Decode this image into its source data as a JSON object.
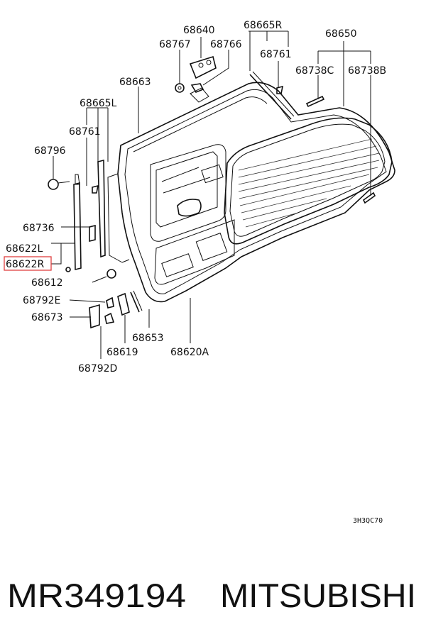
{
  "diagram": {
    "labels": {
      "p68640": "68640",
      "p68665R": "68665R",
      "p68650": "68650",
      "p68767": "68767",
      "p68766": "68766",
      "p68761_top": "68761",
      "p68738C": "68738C",
      "p68738B": "68738B",
      "p68663": "68663",
      "p68665L": "68665L",
      "p68761_left": "68761",
      "p68796": "68796",
      "p68736": "68736",
      "p68622L": "68622L",
      "p68622R": "68622R",
      "p68612": "68612",
      "p68792E": "68792E",
      "p68673": "68673",
      "p68653": "68653",
      "p68619": "68619",
      "p68620A": "68620A",
      "p68792D": "68792D"
    },
    "highlight_color": "#e04040",
    "drawing_code": "3H3QC70"
  },
  "footer": {
    "part_number": "MR349194",
    "brand": "MITSUBISHI"
  }
}
